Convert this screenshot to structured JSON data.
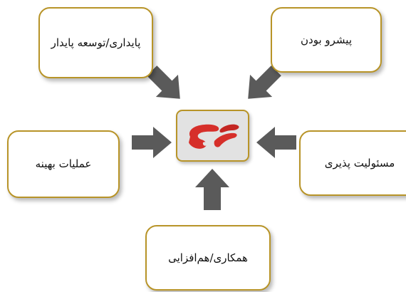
{
  "boxes": {
    "top_left": "پایداری/توسعه پایدار",
    "top_right": "پیشرو بودن",
    "left": "عملیات بهینه",
    "right": "مسئولیت پذیری",
    "bottom": "همکاری/هم‌افزایی"
  },
  "center": {
    "logo": "red-blob-logo"
  },
  "colors": {
    "box_border": "#b89428",
    "arrow_fill": "#5a5a5a",
    "center_fill": "#e2e2e2",
    "logo_red": "#d62f2a"
  }
}
